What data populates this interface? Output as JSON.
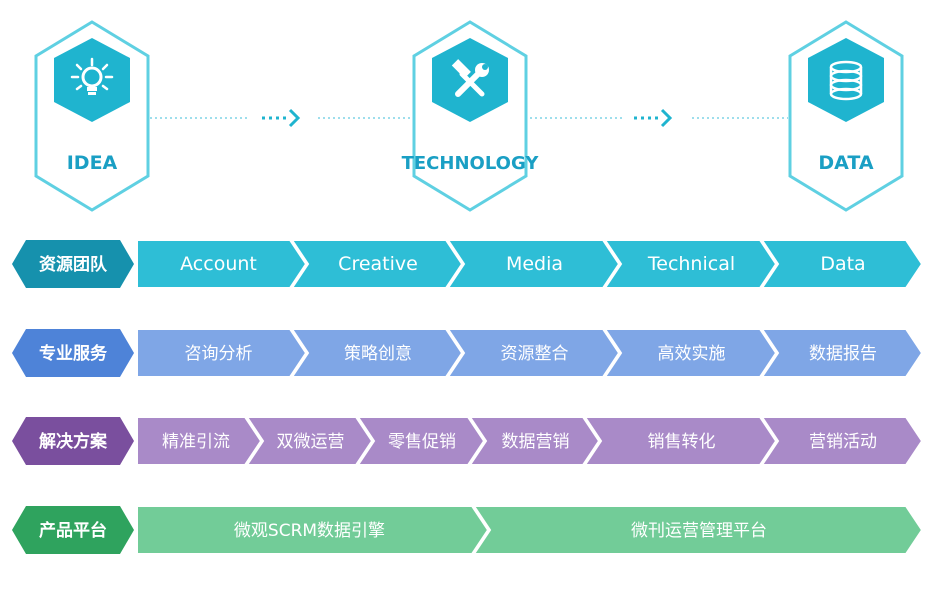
{
  "stages": [
    {
      "label": "IDEA",
      "icon": "lightbulb-icon"
    },
    {
      "label": "TECHNOLOGY",
      "icon": "wrench-hammer-icon"
    },
    {
      "label": "DATA",
      "icon": "database-icon"
    }
  ],
  "rows": [
    {
      "key": "team",
      "label": "资源团队",
      "items": [
        "Account",
        "Creative",
        "Media",
        "Technical",
        "Data"
      ]
    },
    {
      "key": "services",
      "label": "专业服务",
      "items": [
        "咨询分析",
        "策略创意",
        "资源整合",
        "高效实施",
        "数据报告"
      ]
    },
    {
      "key": "solutions",
      "label": "解决方案",
      "items": [
        "精准引流",
        "双微运营",
        "零售促销",
        "数据营销",
        "销售转化",
        "营销活动"
      ]
    },
    {
      "key": "products",
      "label": "产品平台",
      "items": [
        "微观SCRM数据引擎",
        "微刊运营管理平台"
      ]
    }
  ],
  "colors": {
    "hex_border": "#5fd0e2",
    "hex_fill": "#1fb4cf",
    "stage_text": "#1a9fc4",
    "arrow": "#7fd4e6",
    "team_label": "#1691ad",
    "team_chevron": "#2ebed6",
    "services_label": "#4e83d8",
    "services_chevron": "#7fa6e6",
    "solutions_label": "#7a4f9e",
    "solutions_chevron": "#a98ac8",
    "products_label": "#2fa35e",
    "products_chevron": "#72cc98"
  }
}
